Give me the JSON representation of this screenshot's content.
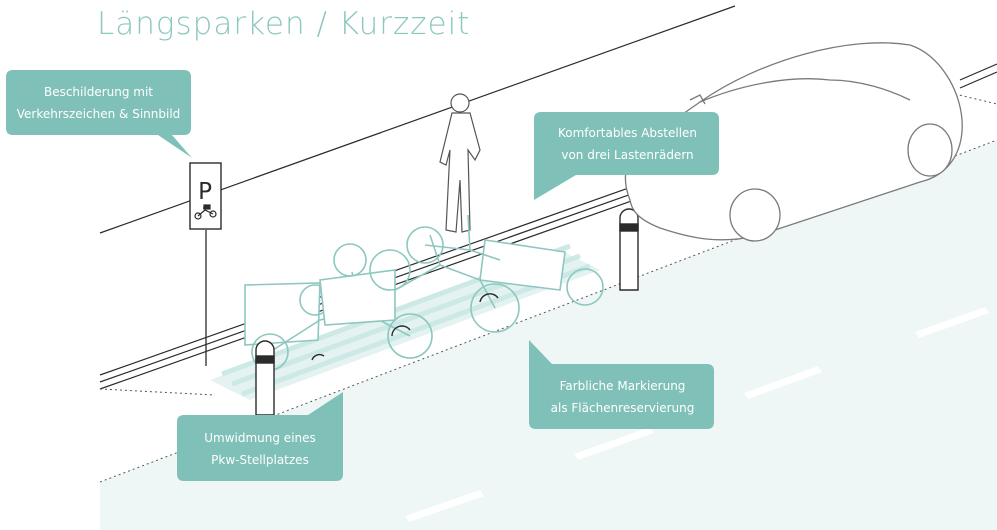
{
  "title": "Längsparken / Kurzzeit",
  "colors": {
    "accent": "#8cc7c0",
    "callout_bg": "#7fc1b8",
    "road_tint": "#eef7f6",
    "line": "#2b2b2b"
  },
  "callouts": {
    "signage": {
      "line1": "Beschilderung mit",
      "line2": "Verkehrszeichen & Sinnbild"
    },
    "parking": {
      "line1": "Komfortables Abstellen",
      "line2": "von drei Lastenrädern"
    },
    "marking": {
      "line1": "Farbliche Markierung",
      "line2": "als Flächenreservierung"
    },
    "conversion": {
      "line1": "Umwidmung eines",
      "line2": "Pkw-Stellplatzes"
    }
  },
  "sign": {
    "letter": "P"
  },
  "icons": [
    "parking-sign-icon",
    "cargo-bike-icon",
    "bollard-icon",
    "car-icon",
    "person-icon"
  ]
}
